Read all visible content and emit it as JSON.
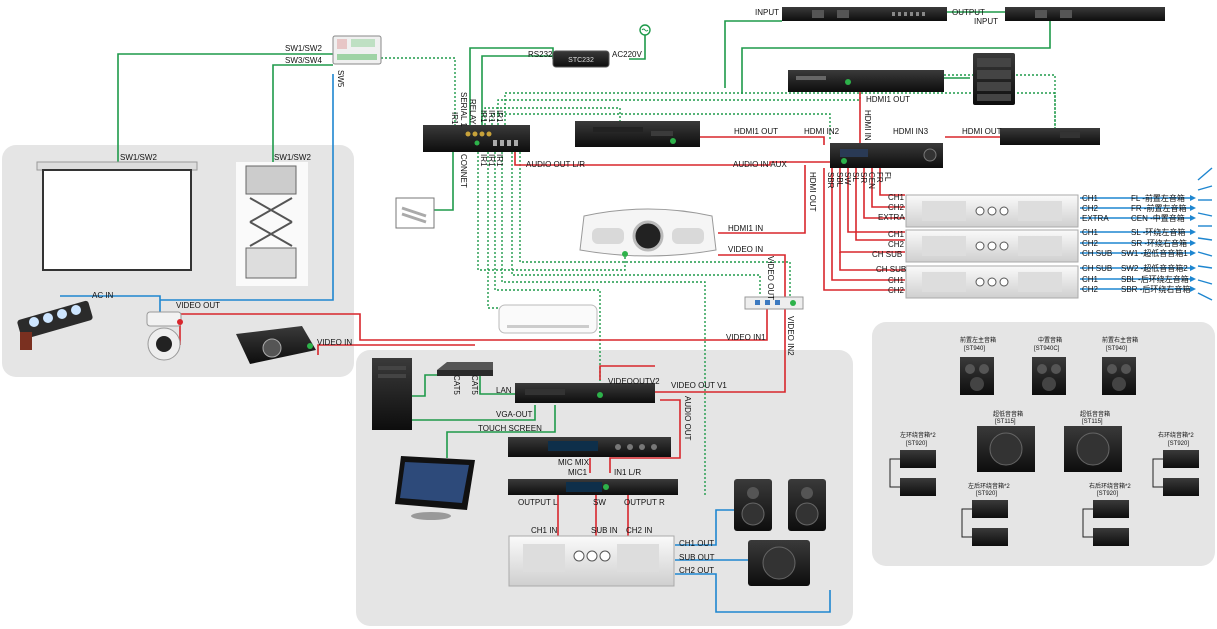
{
  "labels": {
    "sw12_top": "SW1/SW2",
    "sw34": "SW3/SW4",
    "sw5": "SW5",
    "rs232": "RS232",
    "stc232": "STC232",
    "ac220v": "AC220V",
    "input_top1": "INPUT",
    "output_top": "OUTPUT",
    "input_top2": "INPUT",
    "sw12_screen": "SW1/SW2",
    "sw12_lift": "SW1/SW2",
    "ac_in": "AC IN",
    "video_out_cam": "VIDEO OUT",
    "video_in_proj": "VIDEO IN",
    "ir1": "IR1",
    "serial1": "SERIAL 1",
    "relay": "RELAY",
    "connet": "CONNET",
    "ir_a": "IR1",
    "ir_b": "IR1",
    "ir_c": "IR1",
    "ir_d": "IR1",
    "ir_e": "IR1",
    "ir_f": "IR1",
    "hdmi1_out_player": "HDMI1 OUT",
    "hdmi_in2": "HDMI IN2",
    "audio_out_lr": "AUDIO OUT L/R",
    "audio_in_aux": "AUDIO IN AUX",
    "hdmi1_out_server": "HDMI1 OUT",
    "hdmi_in_vert": "HDMI IN",
    "hdmi_in3": "HDMI IN3",
    "hdmi_out_sat": "HDMI OUT",
    "hdmi_out_vert": "HDMI OUT",
    "hdmi1_in": "HDMI1 IN",
    "video_in_main": "VIDEO IN",
    "video_out_vert": "VIDEO OUT",
    "video_in1": "VIDEO IN1",
    "video_in2": "VIDEO IN2",
    "sbr": "SBR",
    "sbl": "SBL",
    "sw_ch": "SW",
    "sl": "SL",
    "sr": "SR",
    "cen": "CEN",
    "fr": "FR",
    "fl": "FL",
    "amp1_ch1": "CH1",
    "amp1_ch2": "CH2",
    "amp1_extra": "EXTRA",
    "amp2_ch1": "CH1",
    "amp2_ch2": "CH2",
    "amp2_chsub": "CH SUB",
    "amp3_chsub": "CH SUB",
    "amp3_ch1": "CH1",
    "amp3_ch2": "CH2",
    "out_ch1_a": "CH1",
    "out_fl": "FL -前置左音箱",
    "out_ch2_a": "CH2",
    "out_fr": "FR -前置左音箱",
    "out_extra": "EXTRA",
    "out_cen": "CEN -中置音箱",
    "out_ch1_b": "CH1",
    "out_sl": "SL -环绕左音箱",
    "out_ch2_b": "CH2",
    "out_sr": "SR -环绕右音箱",
    "out_chsub_b": "CH SUB",
    "out_sw1": "SW1 -超低音音箱1",
    "out_chsub_c": "CH SUB",
    "out_sw2": "SW2 -超低音音箱2",
    "out_ch1_c": "CH1",
    "out_sbl": "SBL -后环绕左音箱",
    "out_ch2_c": "CH2",
    "out_sbr": "SBR -后环绕右音箱",
    "cat5_a": "CAT5",
    "cat5_b": "CAT5",
    "lan": "LAN",
    "vga_out": "VGA-OUT",
    "touch_screen": "TOUCH SCREEN",
    "video_out_v2": "VIDEOOUTV2",
    "video_out_v1": "VIDEO OUT V1",
    "audio_out_vert": "AUDIO OUT",
    "mic_mix": "MIC MIX",
    "mic1": "MIC1",
    "in1_lr": "IN1 L/R",
    "output_l": "OUTPUT L",
    "sw_mix": "SW",
    "output_r": "OUTPUT R",
    "ch1_in": "CH1 IN",
    "sub_in": "SUB IN",
    "ch2_in": "CH2 IN",
    "ch1_out": "CH1 OUT",
    "sub_out": "SUB OUT",
    "ch2_out": "CH2 OUT",
    "sp_front_left": "前置左主音箱",
    "sp_front_left_model": "[ST940]",
    "sp_center": "中置音箱",
    "sp_center_model": "[ST940C]",
    "sp_front_right": "前置右主音箱",
    "sp_front_right_model": "[ST940]",
    "sp_sub1": "超低音音箱",
    "sp_sub1_model": "[ST115]",
    "sp_sub2": "超低音音箱",
    "sp_sub2_model": "[ST115]",
    "sp_left_surround": "左环绕音箱*2",
    "sp_left_surround_model": "[ST920]",
    "sp_right_surround": "右环绕音箱*2",
    "sp_right_surround_model": "[ST920]",
    "sp_left_rear": "左后环绕音箱*2",
    "sp_left_rear_model": "[ST920]",
    "sp_right_rear": "右后环绕音箱*2",
    "sp_right_rear_model": "[ST920]"
  },
  "colors": {
    "green": "#1e9a4a",
    "red": "#d8262c",
    "blue": "#1e86d0",
    "zone": "#e5e5e5",
    "device_dark": "#1d1d1f",
    "device_light": "#f4f4f4"
  }
}
